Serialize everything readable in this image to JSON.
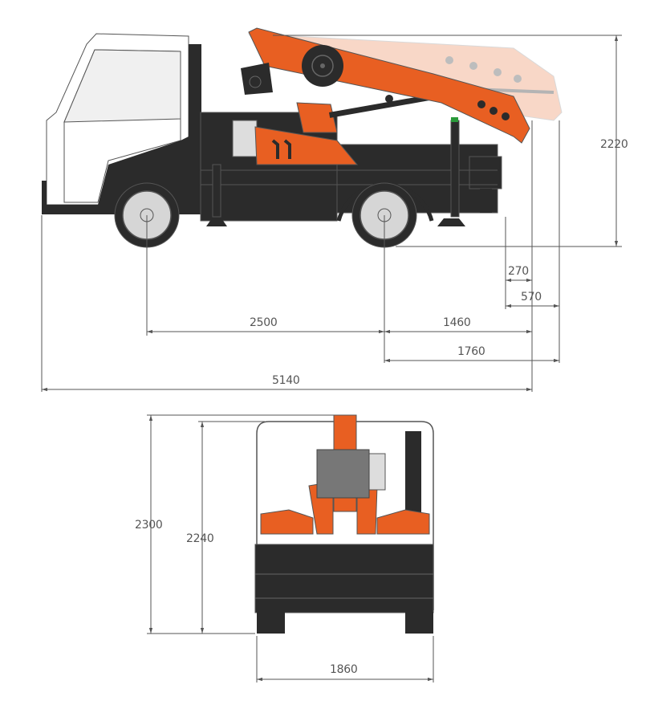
{
  "diagram": {
    "title": "Mini crane on truck — dimension drawing",
    "views": [
      "side-view",
      "front-view"
    ],
    "colors": {
      "crane_orange": "#e85f22",
      "crane_ghost": "#f3b79a",
      "chassis_dark": "#2b2b2b",
      "outline_gray": "#555555",
      "window_light": "#f0f0f0",
      "wheel_hub": "#d6d6d6",
      "dimension_line": "#555555",
      "status_green": "#2a9a3a"
    }
  },
  "side_view": {
    "dimensions": {
      "height_to_boom_top": "2220",
      "rear_overhang_small": "270",
      "rear_overhang_large": "570",
      "wheelbase": "2500",
      "rear_axle_to_outrigger": "1460",
      "rear_axle_to_boom_tip": "1760",
      "overall_length": "5140"
    }
  },
  "front_view": {
    "dimensions": {
      "overall_height": "2300",
      "cab_height": "2240",
      "track_width": "1860"
    }
  }
}
